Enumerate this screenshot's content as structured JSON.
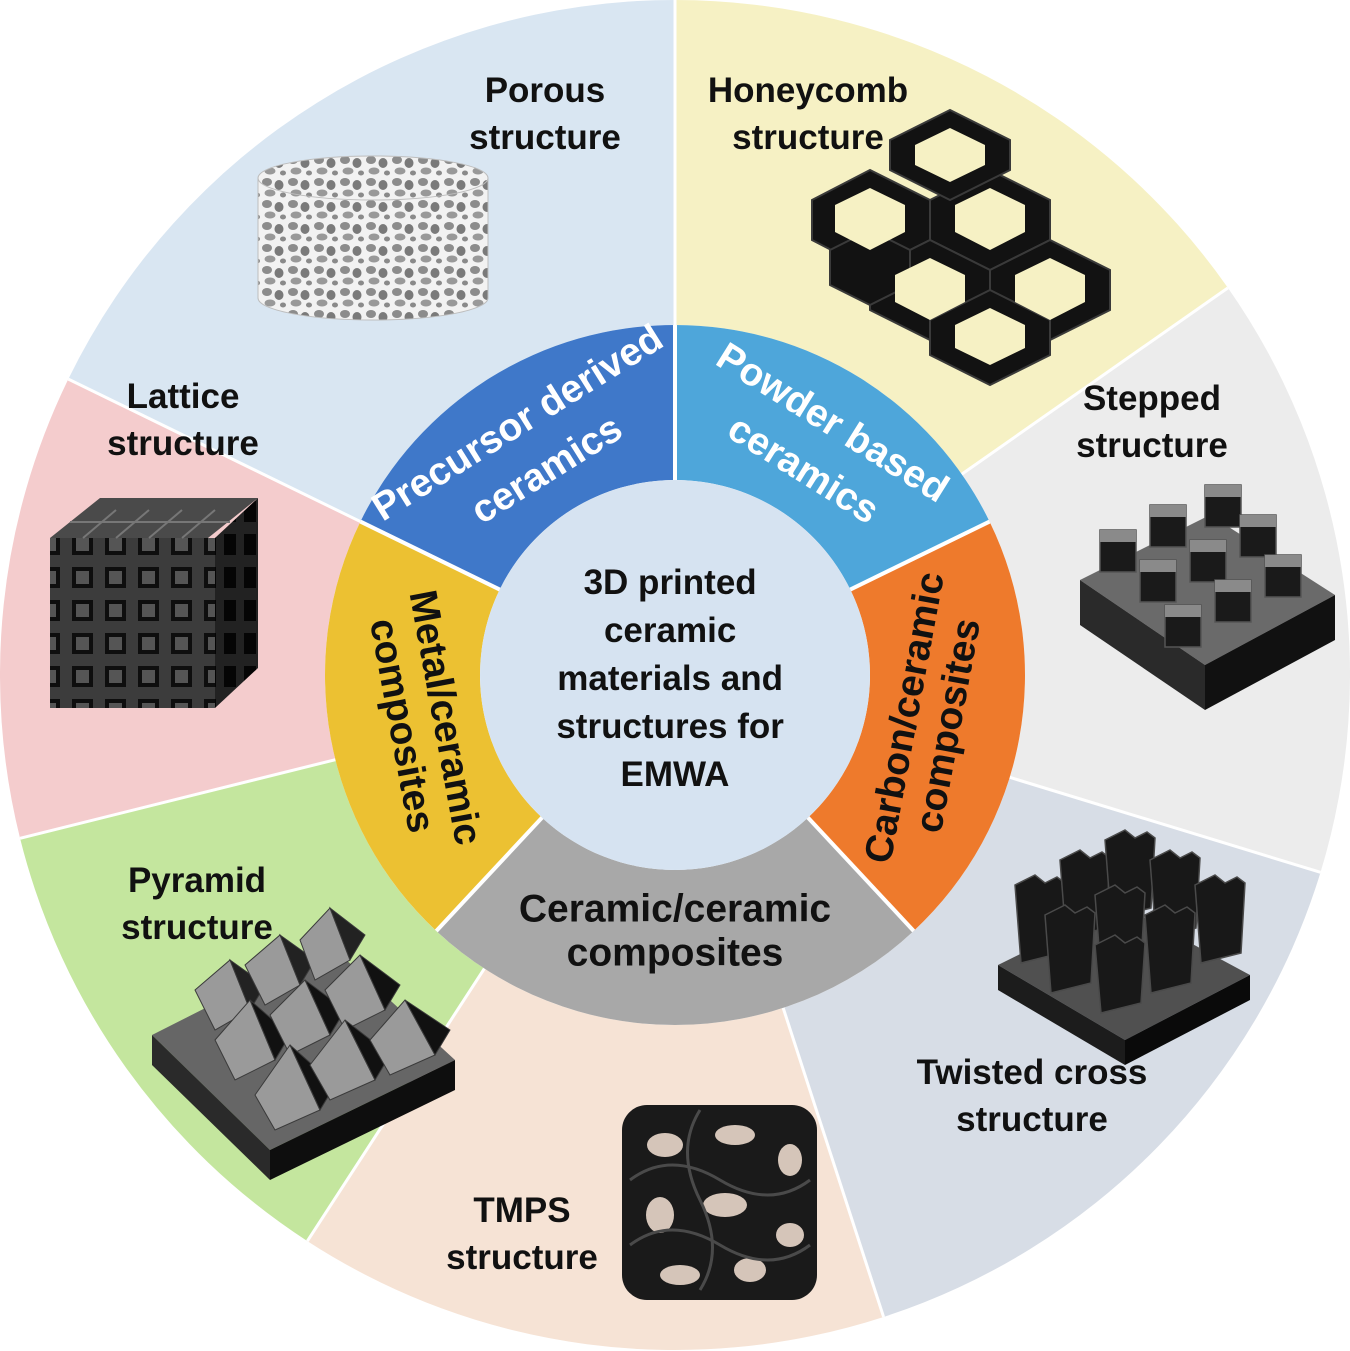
{
  "center": {
    "lines": [
      "3D printed",
      "ceramic",
      "materials and",
      "structures for",
      "EMWA"
    ],
    "color": "#d6e3f1"
  },
  "materials": [
    {
      "id": "precursor",
      "lines": [
        "Precursor derived",
        "ceramics"
      ],
      "color": "#3f78c9",
      "text_color": "#ffffff"
    },
    {
      "id": "powder",
      "lines": [
        "Powder based",
        "ceramics"
      ],
      "color": "#4ea6da",
      "text_color": "#ffffff"
    },
    {
      "id": "carbon",
      "lines": [
        "Carbon/ceramic",
        "composites"
      ],
      "color": "#ee7a2c",
      "text_color": "#111111"
    },
    {
      "id": "ceramic",
      "lines": [
        "Ceramic/ceramic",
        "composites"
      ],
      "color": "#a8a8a8",
      "text_color": "#111111"
    },
    {
      "id": "metal",
      "lines": [
        "Metal/ceramic",
        "composites"
      ],
      "color": "#ecc132",
      "text_color": "#111111"
    }
  ],
  "structures": [
    {
      "id": "porous",
      "lines": [
        "Porous",
        "structure"
      ],
      "color": "#d9e6f2",
      "icon": "porous-foam-cylinder-icon"
    },
    {
      "id": "honeycomb",
      "lines": [
        "Honeycomb",
        "structure"
      ],
      "color": "#f6f1c4",
      "icon": "honeycomb-icon"
    },
    {
      "id": "stepped",
      "lines": [
        "Stepped",
        "structure"
      ],
      "color": "#ececec",
      "icon": "stepped-blocks-icon"
    },
    {
      "id": "twisted",
      "lines": [
        "Twisted cross",
        "structure"
      ],
      "color": "#d7dde6",
      "icon": "twisted-cross-icon"
    },
    {
      "id": "tmps",
      "lines": [
        "TMPS",
        "structure"
      ],
      "color": "#f6e3d5",
      "icon": "tmps-gyroid-icon"
    },
    {
      "id": "pyramid",
      "lines": [
        "Pyramid",
        "structure"
      ],
      "color": "#c4e69e",
      "icon": "pyramid-array-icon"
    },
    {
      "id": "lattice",
      "lines": [
        "Lattice",
        "structure"
      ],
      "color": "#f4cccd",
      "icon": "lattice-cube-icon"
    }
  ]
}
